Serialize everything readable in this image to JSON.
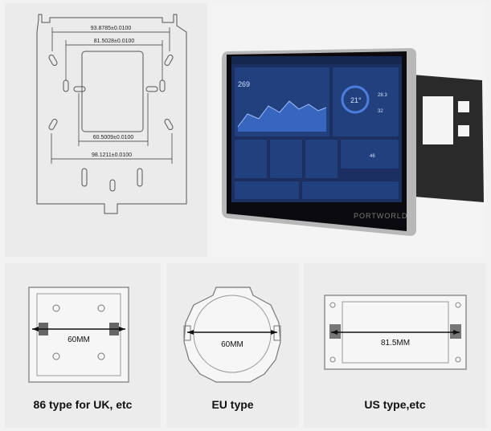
{
  "drawing": {
    "dim_top_outer": "93.8785±0.0100",
    "dim_top_inner": "81.5028±0.0100",
    "dim_bottom_inner": "60.5009±0.0100",
    "dim_bottom_outer": "98.1211±0.0100"
  },
  "device": {
    "brand": "PORTWORLD",
    "screen": {
      "big_value": "269",
      "gauge_value": "21°",
      "stat_a": "28.3",
      "stat_b": "32",
      "stat_c": "46"
    }
  },
  "boxes": {
    "uk": {
      "measure": "60MM",
      "caption": "86 type for UK,  etc"
    },
    "eu": {
      "measure": "60MM",
      "caption": "EU type"
    },
    "us": {
      "measure": "81.5MM",
      "caption": "US type,etc"
    }
  }
}
